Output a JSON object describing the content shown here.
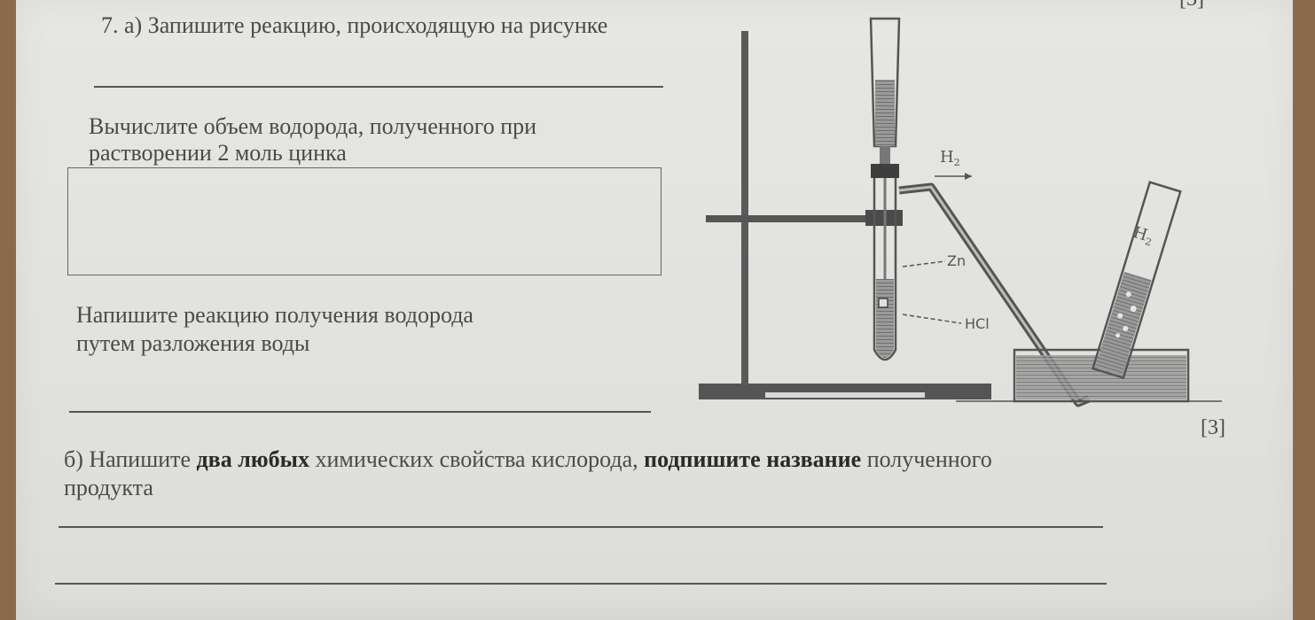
{
  "question": {
    "title": "7. а) Запишите реакцию, происходящую на рисунке",
    "calc_line1": "Вычислите объем водорода, полученного при",
    "calc_line2": "растворении  2 моль цинка",
    "write_line1": "Напишите реакцию получения водорода",
    "write_line2": "путем разложения воды",
    "marks_a": "[3]",
    "marks_top": "[3]"
  },
  "part_b": {
    "prefix": "б) Напишите ",
    "bold1": "два любых",
    "mid": " химических свойства кислорода, ",
    "bold2": "подпишите название",
    "suffix": " полученного",
    "line2": "продукта"
  },
  "figure": {
    "label_h2_arrow": "H",
    "label_h2_arrow_sub": "2",
    "label_h2_tube": "H",
    "label_h2_tube_sub": "2",
    "label_zn": "Zn",
    "label_hcl": "HCl"
  }
}
